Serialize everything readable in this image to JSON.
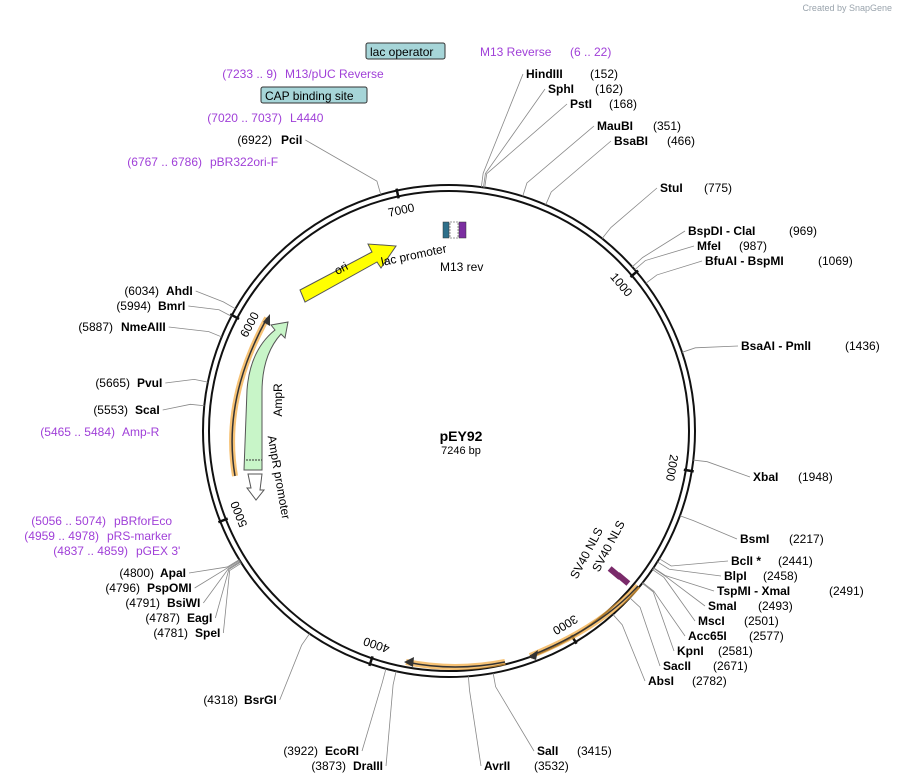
{
  "credit": "Created by SnapGene",
  "plasmid": {
    "name": "pEY92",
    "size_label": "7246 bp",
    "length": 7246
  },
  "ticks": [
    {
      "label": "1000",
      "bp": 1000
    },
    {
      "label": "2000",
      "bp": 2000
    },
    {
      "label": "3000",
      "bp": 3000
    },
    {
      "label": "4000",
      "bp": 4000
    },
    {
      "label": "5000",
      "bp": 5000
    },
    {
      "label": "6000",
      "bp": 6000
    },
    {
      "label": "7000",
      "bp": 7000
    }
  ],
  "sites": [
    {
      "name": "HindIII",
      "pos": "(152)",
      "bp": 152,
      "side": "right"
    },
    {
      "name": "SphI",
      "pos": "(162)",
      "bp": 162,
      "side": "right"
    },
    {
      "name": "PstI",
      "pos": "(168)",
      "bp": 168,
      "side": "right"
    },
    {
      "name": "MauBI",
      "pos": "(351)",
      "bp": 351,
      "side": "right"
    },
    {
      "name": "BsaBI",
      "pos": "(466)",
      "bp": 466,
      "side": "right"
    },
    {
      "name": "StuI",
      "pos": "(775)",
      "bp": 775,
      "side": "right"
    },
    {
      "name": "BspDI  - ClaI",
      "pos": "(969)",
      "bp": 969,
      "side": "right"
    },
    {
      "name": "MfeI",
      "pos": "(987)",
      "bp": 987,
      "side": "right"
    },
    {
      "name": "BfuAI  - BspMI",
      "pos": "(1069)",
      "bp": 1069,
      "side": "right"
    },
    {
      "name": "BsaAI  - PmlI",
      "pos": "(1436)",
      "bp": 1436,
      "side": "right"
    },
    {
      "name": "XbaI",
      "pos": "(1948)",
      "bp": 1948,
      "side": "right"
    },
    {
      "name": "BsmI",
      "pos": "(2217)",
      "bp": 2217,
      "side": "right"
    },
    {
      "name": "BclI *",
      "pos": "(2441)",
      "bp": 2441,
      "side": "right"
    },
    {
      "name": "BlpI",
      "pos": "(2458)",
      "bp": 2458,
      "side": "right"
    },
    {
      "name": "TspMI  - XmaI",
      "pos": "(2491)",
      "bp": 2491,
      "side": "right"
    },
    {
      "name": "SmaI",
      "pos": "(2493)",
      "bp": 2493,
      "side": "right"
    },
    {
      "name": "MscI",
      "pos": "(2501)",
      "bp": 2501,
      "side": "right"
    },
    {
      "name": "Acc65I",
      "pos": "(2577)",
      "bp": 2577,
      "side": "right"
    },
    {
      "name": "KpnI",
      "pos": "(2581)",
      "bp": 2581,
      "side": "right"
    },
    {
      "name": "SacII",
      "pos": "(2671)",
      "bp": 2671,
      "side": "right"
    },
    {
      "name": "AbsI",
      "pos": "(2782)",
      "bp": 2782,
      "side": "right"
    },
    {
      "name": "SalI",
      "pos": "(3415)",
      "bp": 3415,
      "side": "right"
    },
    {
      "name": "AvrII",
      "pos": "(3532)",
      "bp": 3532,
      "side": "right"
    },
    {
      "name": "EcoRI",
      "pos": "(3922)",
      "bp": 3922,
      "side": "left"
    },
    {
      "name": "DraIII",
      "pos": "(3873)",
      "bp": 3873,
      "side": "left"
    },
    {
      "name": "BsrGI",
      "pos": "(4318)",
      "bp": 4318,
      "side": "left"
    },
    {
      "name": "ApaI",
      "pos": "(4800)",
      "bp": 4800,
      "side": "left"
    },
    {
      "name": "PspOMI",
      "pos": "(4796)",
      "bp": 4796,
      "side": "left"
    },
    {
      "name": "BsiWI",
      "pos": "(4791)",
      "bp": 4791,
      "side": "left"
    },
    {
      "name": "EagI",
      "pos": "(4787)",
      "bp": 4787,
      "side": "left"
    },
    {
      "name": "SpeI",
      "pos": "(4781)",
      "bp": 4781,
      "side": "left"
    },
    {
      "name": "ScaI",
      "pos": "(5553)",
      "bp": 5553,
      "side": "left"
    },
    {
      "name": "PvuI",
      "pos": "(5665)",
      "bp": 5665,
      "side": "left"
    },
    {
      "name": "NmeAIII",
      "pos": "(5887)",
      "bp": 5887,
      "side": "left"
    },
    {
      "name": "BmrI",
      "pos": "(5994)",
      "bp": 5994,
      "side": "left"
    },
    {
      "name": "AhdI",
      "pos": "(6034)",
      "bp": 6034,
      "side": "left"
    },
    {
      "name": "PciI",
      "pos": "(6922)",
      "bp": 6922,
      "side": "left"
    }
  ],
  "primers": [
    {
      "name": "M13 Reverse",
      "range": "(6 .. 22)",
      "side": "right"
    },
    {
      "name": "M13/pUC Reverse",
      "range": "(7233 .. 9)",
      "side": "left"
    },
    {
      "name": "L4440",
      "range": "(7020 .. 7037)",
      "side": "left"
    },
    {
      "name": "pBR322ori-F",
      "range": "(6767 .. 6786)",
      "side": "left"
    },
    {
      "name": "Amp-R",
      "range": "(5465 .. 5484)",
      "side": "left"
    },
    {
      "name": "pBRforEco",
      "range": "(5056 .. 5074)",
      "side": "left"
    },
    {
      "name": "pRS-marker",
      "range": "(4959 .. 4978)",
      "side": "left"
    },
    {
      "name": "pGEX 3'",
      "range": "(4837 .. 4859)",
      "side": "left"
    }
  ],
  "boxed_features": [
    {
      "label": "lac operator"
    },
    {
      "label": "CAP binding site"
    }
  ],
  "features": {
    "ori": "ori",
    "lac_promoter": "lac promoter",
    "m13_rev": "M13 rev",
    "ampr": "AmpR",
    "ampr_promoter": "AmpR promoter",
    "sv40_nls_1": "SV40 NLS",
    "sv40_nls_2": "SV40 NLS"
  },
  "colors": {
    "primer": "#a040d8",
    "ori": "#ffff00",
    "ampr": "#c8f5c8",
    "orange_orf": "#f2a83a",
    "boxed_fill": "#a6d5d8",
    "sv40": "#7a2a6a",
    "lac_promoter": "#ffffff",
    "m13": "#7b2ea0"
  }
}
